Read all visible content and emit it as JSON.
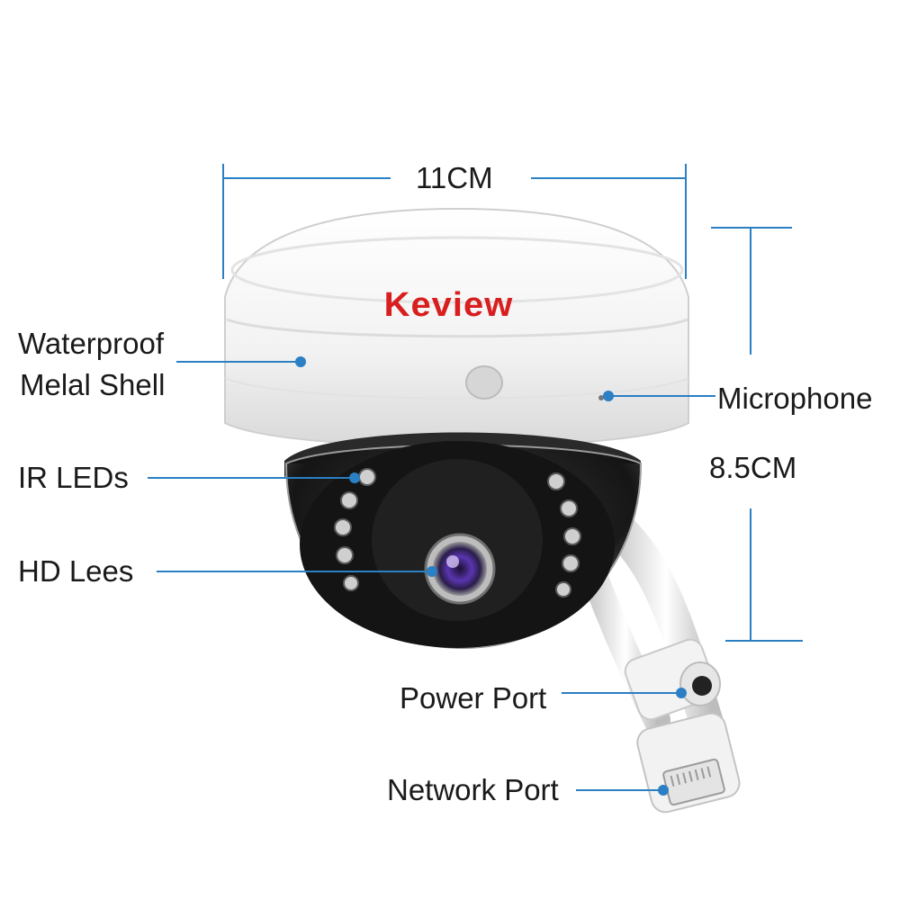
{
  "dimensions": {
    "width_label": "11CM",
    "height_label": "8.5CM"
  },
  "brand": {
    "logo_text": "Keview",
    "logo_color": "#d81e1e"
  },
  "callouts": {
    "shell_line1": "Waterproof",
    "shell_line2": "Melal Shell",
    "ir_leds": "IR LEDs",
    "lens": "HD Lees",
    "microphone": "Microphone",
    "power_port": "Power Port",
    "network_port": "Network Port"
  },
  "colors": {
    "callout_line": "#2b7fc4",
    "dimension_line": "#2b7fc4",
    "shell": "#f4f4f4",
    "dome_interior": "#1c1c1c",
    "lens_accent": "#7a4fd0"
  }
}
